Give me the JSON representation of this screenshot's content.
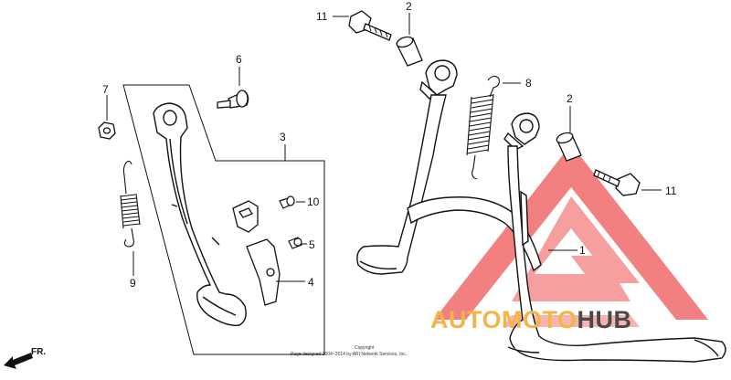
{
  "callouts": {
    "c1": "1",
    "c2a": "2",
    "c2b": "2",
    "c3": "3",
    "c4": "4",
    "c5": "5",
    "c6": "6",
    "c7": "7",
    "c8": "8",
    "c9": "9",
    "c10": "10",
    "c11a": "11",
    "c11b": "11"
  },
  "direction_label": "FR.",
  "copyright": {
    "line1": "Copyright",
    "line2": "Page designed 2004~2014 by ARI Network Services, Inc."
  },
  "watermark": {
    "part1": "AUTOMOTO",
    "part2": "HUB",
    "color_part1": "#f3b44a",
    "color_part2": "#4a4a4a",
    "logo_color": "#f06a6a"
  }
}
